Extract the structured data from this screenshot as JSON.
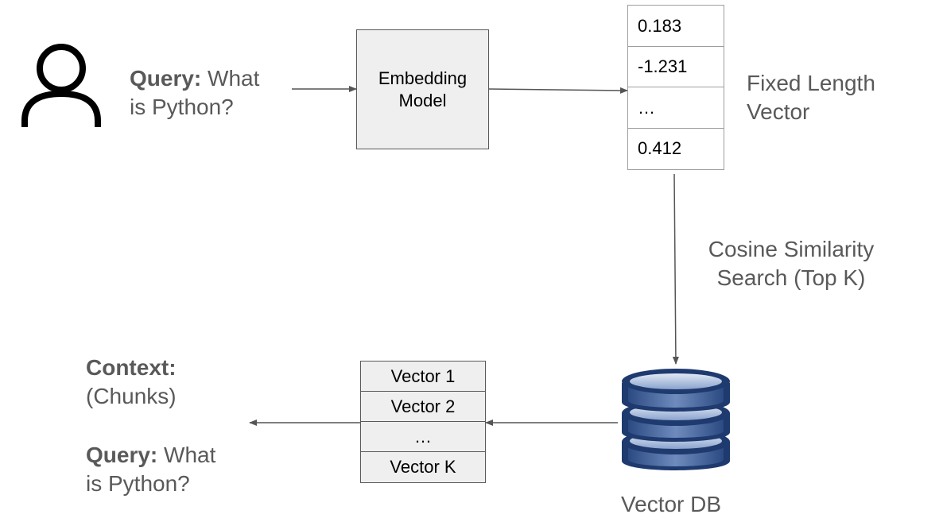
{
  "user": {
    "query_label": "Query:",
    "query_text_line1": "What",
    "query_text_line2": "is Python?"
  },
  "embedding_model": {
    "line1": "Embedding",
    "line2": "Model"
  },
  "vector": {
    "cells": [
      "0.183",
      "-1.231",
      "…",
      "0.412"
    ],
    "caption_line1": "Fixed Length",
    "caption_line2": "Vector"
  },
  "search": {
    "line1": "Cosine Similarity",
    "line2": "Search (Top K)"
  },
  "database": {
    "label": "Vector DB",
    "icon": "database-icon",
    "colors": {
      "rim": "#1e3a6e",
      "fill": "#3d5f9a",
      "highlight": "#c9d5ea"
    }
  },
  "results": {
    "cells": [
      "Vector 1",
      "Vector 2",
      "…",
      "Vector K"
    ]
  },
  "output": {
    "context_label": "Context:",
    "context_text": "(Chunks)",
    "query_label": "Query:",
    "query_text_line1": "What",
    "query_text_line2": "is Python?"
  },
  "colors": {
    "text": "#595959",
    "arrow": "#555555",
    "box_fill": "#efefef"
  }
}
